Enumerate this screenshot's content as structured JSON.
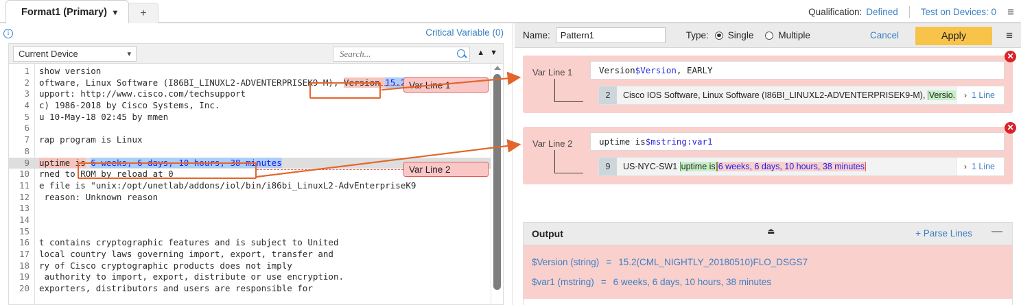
{
  "topbar": {
    "tab_label": "Format1 (Primary)",
    "tab_caret": "chevron-down",
    "add_tab_label": "+",
    "qualification_label": "Qualification:",
    "qualification_value": "Defined",
    "test_on_devices": "Test on Devices: 0",
    "menu_glyph": "≡"
  },
  "left": {
    "critical_variable": "Critical Variable (0)",
    "device_select_value": "Current Device",
    "device_select_caret": "⌄",
    "search_placeholder": "Search...",
    "search_value": "",
    "nav_up": "▲",
    "nav_down": "▼",
    "code_lines": [
      {
        "n": "1",
        "pre": "show version",
        "hl_pink": "",
        "mid": "",
        "hl_blue": "",
        "post": ""
      },
      {
        "n": "2",
        "pre": "oftware, Linux Software (I86BI_LINUXL2-ADVENTERPRISEK9-M), ",
        "hl_pink": "Version ",
        "mid": "",
        "hl_blue": "15.2(C",
        "post": ""
      },
      {
        "n": "3",
        "pre": "upport: http://www.cisco.com/techsupport",
        "hl_pink": "",
        "mid": "",
        "hl_blue": "",
        "post": ""
      },
      {
        "n": "4",
        "pre": "c) 1986-2018 by Cisco Systems, Inc.",
        "hl_pink": "",
        "mid": "",
        "hl_blue": "",
        "post": ""
      },
      {
        "n": "5",
        "pre": "u 10-May-18 02:45 by mmen",
        "hl_pink": "",
        "mid": "",
        "hl_blue": "",
        "post": ""
      },
      {
        "n": "6",
        "pre": "",
        "hl_pink": "",
        "mid": "",
        "hl_blue": "",
        "post": ""
      },
      {
        "n": "7",
        "pre": "rap program is Linux",
        "hl_pink": "",
        "mid": "",
        "hl_blue": "",
        "post": ""
      },
      {
        "n": "8",
        "pre": "",
        "hl_pink": "",
        "mid": "",
        "hl_blue": "",
        "post": ""
      },
      {
        "n": "9",
        "pre": "",
        "hl_pink": "uptime is",
        "mid": " ",
        "hl_blue": "6 weeks, 6 days, 10 hours, 38 minutes",
        "post": "",
        "selected": true
      },
      {
        "n": "10",
        "pre": "rned to ROM by reload at 0",
        "hl_pink": "",
        "mid": "",
        "hl_blue": "",
        "post": ""
      },
      {
        "n": "11",
        "pre": "e file is \"unix:/opt/unetlab/addons/iol/bin/i86bi_LinuxL2-AdvEnterpriseK9",
        "hl_pink": "",
        "mid": "",
        "hl_blue": "",
        "post": ""
      },
      {
        "n": "12",
        "pre": " reason: Unknown reason",
        "hl_pink": "",
        "mid": "",
        "hl_blue": "",
        "post": ""
      },
      {
        "n": "13",
        "pre": "",
        "hl_pink": "",
        "mid": "",
        "hl_blue": "",
        "post": ""
      },
      {
        "n": "14",
        "pre": "",
        "hl_pink": "",
        "mid": "",
        "hl_blue": "",
        "post": ""
      },
      {
        "n": "15",
        "pre": "",
        "hl_pink": "",
        "mid": "",
        "hl_blue": "",
        "post": ""
      },
      {
        "n": "16",
        "pre": "t contains cryptographic features and is subject to United",
        "hl_pink": "",
        "mid": "",
        "hl_blue": "",
        "post": ""
      },
      {
        "n": "17",
        "pre": "local country laws governing import, export, transfer and",
        "hl_pink": "",
        "mid": "",
        "hl_blue": "",
        "post": ""
      },
      {
        "n": "18",
        "pre": "ry of Cisco cryptographic products does not imply",
        "hl_pink": "",
        "mid": "",
        "hl_blue": "",
        "post": ""
      },
      {
        "n": "19",
        "pre": " authority to import, export, distribute or use encryption.",
        "hl_pink": "",
        "mid": "",
        "hl_blue": "",
        "post": ""
      },
      {
        "n": "20",
        "pre": "exporters, distributors and users are responsible for",
        "hl_pink": "",
        "mid": "",
        "hl_blue": "",
        "post": ""
      }
    ]
  },
  "callouts": {
    "var_line_1": "Var Line 1",
    "var_line_2": "Var Line 2"
  },
  "right": {
    "name_label": "Name:",
    "name_value": "Pattern1",
    "type_label": "Type:",
    "type_single": "Single",
    "type_multiple": "Multiple",
    "type_selected": "Single",
    "cancel_label": "Cancel",
    "apply_label": "Apply",
    "menu_glyph": "≡",
    "close_glyph": "✕",
    "var_cards": [
      {
        "label": "Var Line 1",
        "pattern_prefix": "Version ",
        "pattern_var": "$Version",
        "pattern_suffix": ", EARLY",
        "match_line_no": "2",
        "match_pre": "Cisco IOS Software, Linux Software (I86BI_LINUXL2-ADVENTERPRISEK9-M), ",
        "match_green": "Versio...",
        "match_red": "",
        "match_post": "",
        "expand_chevron": "›",
        "expand_label": "1 Line"
      },
      {
        "label": "Var Line 2",
        "pattern_prefix": "uptime is ",
        "pattern_var": "$mstring:var1",
        "pattern_suffix": "",
        "match_line_no": "9",
        "match_pre": "US-NYC-SW1 ",
        "match_green": "uptime is",
        "match_red": "6 weeks, 6 days, 10 hours, 38 minutes",
        "match_post": "",
        "expand_chevron": "›",
        "expand_label": "1 Line"
      }
    ],
    "output": {
      "title": "Output",
      "collapse_glyph": "⏏",
      "parse_lines_label": "+ Parse Lines",
      "minimize_glyph": "—",
      "rows": [
        {
          "name": "$Version (string)",
          "eq": "=",
          "value": "15.2(CML_NIGHTLY_20180510)FLO_DSGS7"
        },
        {
          "name": "$var1 (mstring)",
          "eq": "=",
          "value": "6 weeks, 6 days, 10 hours, 38 minutes"
        }
      ]
    }
  },
  "colors": {
    "accent_blue": "#3a80c4",
    "apply_yellow": "#f8c349",
    "callout_pink": "#fad0cd",
    "callout_border": "#e05c52",
    "outline_orange": "#e2662a",
    "close_red": "#d9242a",
    "match_green": "#3aab3a"
  }
}
